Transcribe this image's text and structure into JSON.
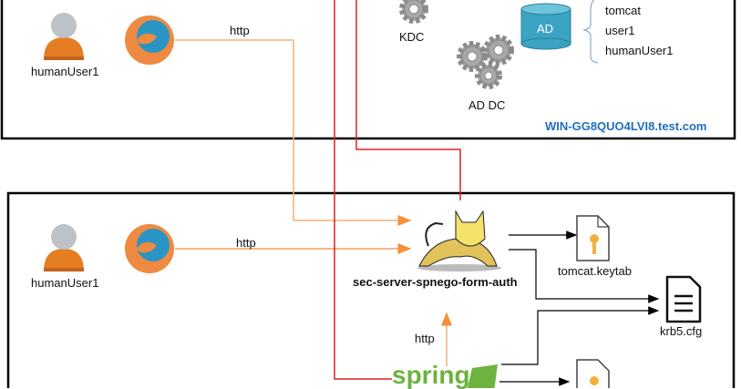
{
  "top_box": {
    "user_label": "humanUser1",
    "http_label": "http",
    "kdc_label": "KDC",
    "addc_label": "AD DC",
    "ad_label": "AD",
    "ad_accounts": [
      "tomcat",
      "user1",
      "humanUser1"
    ],
    "host_label": "WIN-GG8QUO4LVI8.test.com"
  },
  "bottom_box": {
    "user_label": "humanUser1",
    "http_label": "http",
    "server_label": "sec-server-spnego-form-auth",
    "keytab_label": "tomcat.keytab",
    "krb5_label": "krb5.cfg",
    "spring_http_label": "http",
    "spring_label": "spring"
  },
  "colors": {
    "http_line": "#f5a05a",
    "kerberos_line": "#e02020",
    "ad_blue": "#3ba3c4",
    "host_label": "#1f6fc2",
    "spring_green": "#6db33f"
  }
}
